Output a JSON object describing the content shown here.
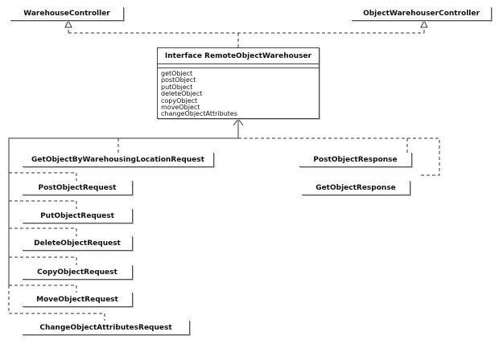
{
  "controllers": {
    "warehouse": "WarehouseController",
    "object_warehouser": "ObjectWarehouserController"
  },
  "interface": {
    "title": "Interface RemoteObjectWarehouser",
    "methods": [
      "getObject",
      "postObject",
      "putObject",
      "deleteObject",
      "copyObject",
      "moveObject",
      "changeObjectAttributes"
    ]
  },
  "requests": {
    "get_by_location": "GetObjectByWarehousingLocationRequest",
    "post": "PostObjectRequest",
    "put": "PutObjectRequest",
    "delete": "DeleteObjectRequest",
    "copy": "CopyObjectRequest",
    "move": "MoveObjectRequest",
    "change_attributes": "ChangeObjectAttributesRequest"
  },
  "responses": {
    "post": "PostObjectResponse",
    "get": "GetObjectResponse"
  }
}
